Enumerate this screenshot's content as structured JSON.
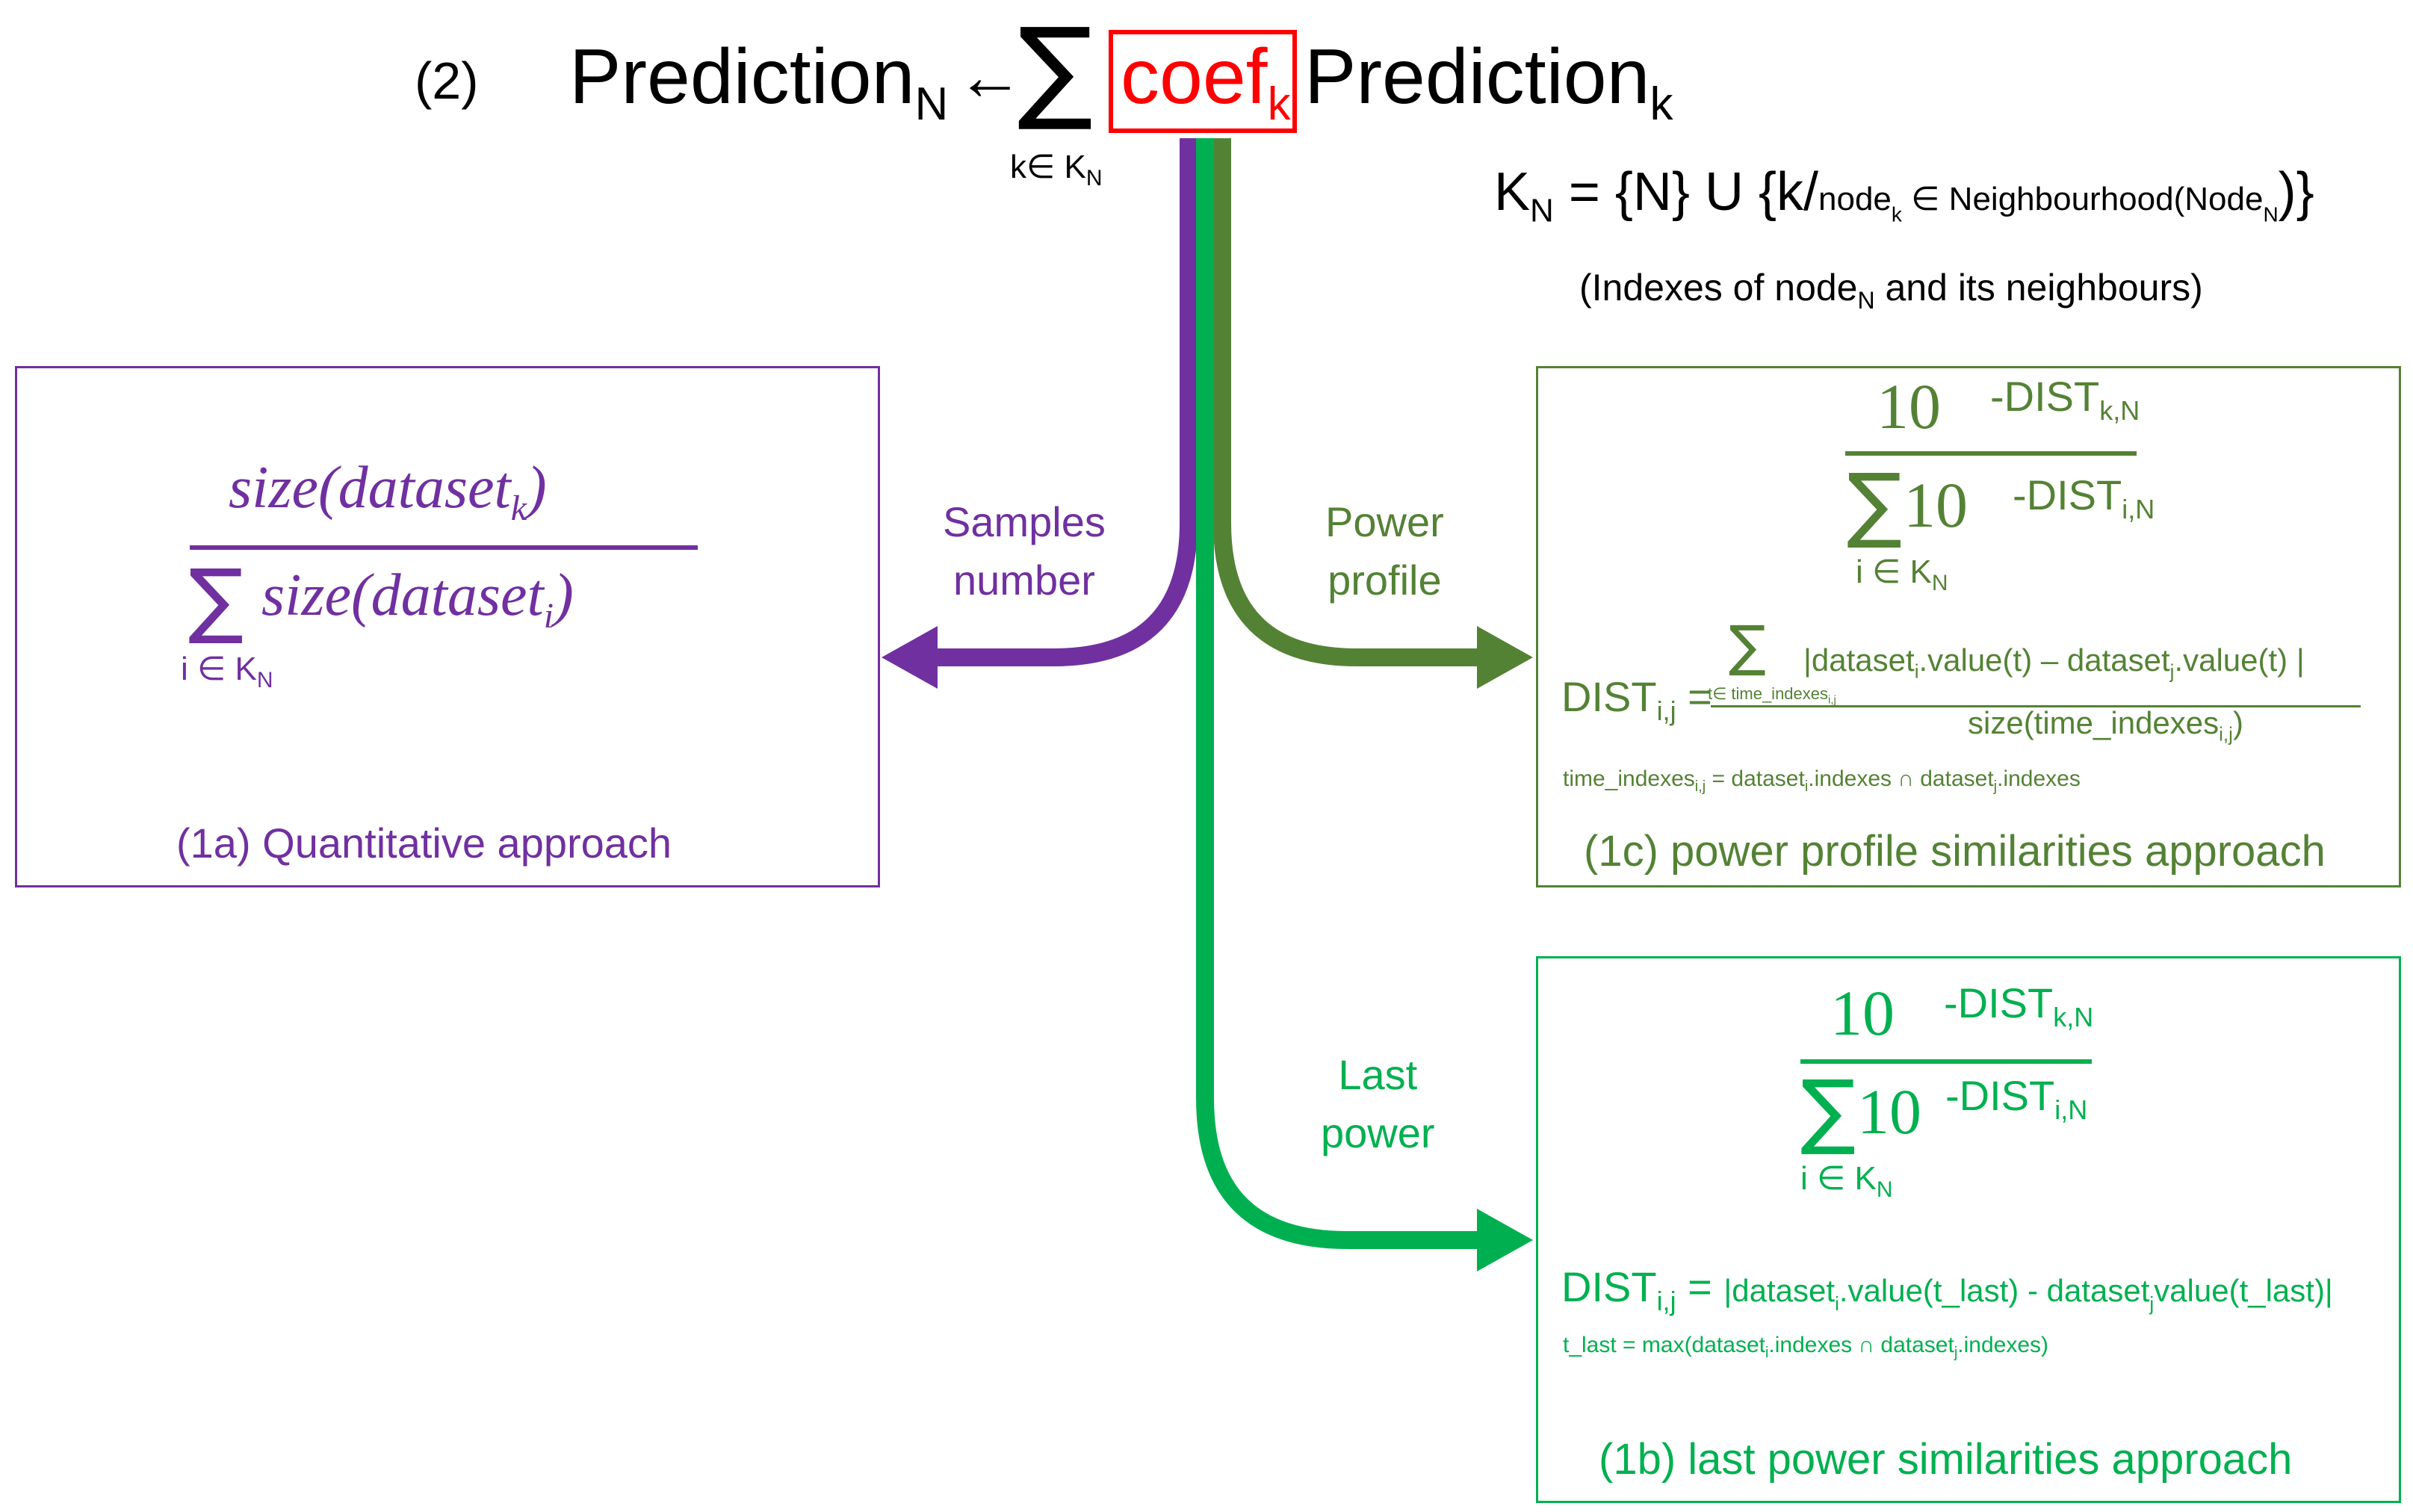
{
  "header": {
    "eq_number": "(2)",
    "lhs": "Prediction",
    "lhs_sub": "N",
    "arrow": "←",
    "sigma": "∑",
    "sigma_sub": "k∈ K",
    "sigma_sub_sub": "N",
    "coef": "coef",
    "coef_sub": "k",
    "rhs": "Prediction",
    "rhs_sub": "k"
  },
  "neighbourhood": {
    "k": "K",
    "k_sub": "N",
    "eq": " = {N} U {k/",
    "node": "node",
    "node_sub": "k",
    "in": " ∈ Neighbourhood(Node",
    "in_sub": "N",
    "close": ")}",
    "note_pre": "(Indexes of node",
    "note_sub": "N",
    "note_post": " and its neighbours)"
  },
  "branches": {
    "samples": [
      "Samples",
      "number"
    ],
    "power_profile": [
      "Power",
      "profile"
    ],
    "last_power": [
      "Last",
      "power"
    ]
  },
  "box_1a": {
    "num": "size(dataset",
    "num_sub": "k",
    "num_close": ")",
    "den_sigma": "∑",
    "den": "size(dataset",
    "den_sub": "i",
    "den_close": ")",
    "den_idx": "i ∈ K",
    "den_idx_sub": "N",
    "caption": "(1a) Quantitative approach"
  },
  "box_1c": {
    "num_base": "10",
    "num_exp": "-DIST",
    "num_exp_sub": "k,N",
    "den_sigma": "∑",
    "den_base": "10",
    "den_exp": "-DIST",
    "den_exp_sub": "i,N",
    "den_idx": "i ∈ K",
    "den_idx_sub": "N",
    "dist": "DIST",
    "dist_sub": "i,j",
    "dist_eq": " =",
    "sum_sigma": "∑",
    "sum_idx": "t∈ time_indexes",
    "sum_idx_sub": "i,j",
    "sum_expr_1": "|dataset",
    "sum_expr_sub_i": "i",
    "sum_expr_2": ".value(t) – dataset",
    "sum_expr_sub_j": "j",
    "sum_expr_3": ".value(t) |",
    "den_size": "size(time_indexes",
    "den_size_sub": "i,j",
    "den_size_close": ")",
    "ti_1": "time_indexes",
    "ti_sub": "i,j",
    "ti_2": " = dataset",
    "ti_sub_i": "i",
    "ti_3": ".indexes ∩ dataset",
    "ti_sub_j": "j",
    "ti_4": ".indexes",
    "caption": "(1c) power profile similarities approach"
  },
  "box_1b": {
    "num_base": "10",
    "num_exp": "-DIST",
    "num_exp_sub": "k,N",
    "den_sigma": "∑",
    "den_base": "10",
    "den_exp": "-DIST",
    "den_exp_sub": "i,N",
    "den_idx": "i ∈ K",
    "den_idx_sub": "N",
    "dist": "DIST",
    "dist_sub": "i,j",
    "dist_eq": " = ",
    "expr_1": "|dataset",
    "expr_sub_i": "i",
    "expr_2": ".value(t_last) -  dataset",
    "expr_sub_j": "j",
    "expr_3": "value(t_last)|",
    "tl_1": "t_last = max(dataset",
    "tl_sub_i": "i",
    "tl_2": ".indexes ∩ dataset",
    "tl_sub_j": "j",
    "tl_3": ".indexes)",
    "caption": "(1b) last power similarities approach"
  },
  "colors": {
    "purple": "#7030a0",
    "olive": "#548235",
    "green": "#00b050",
    "red": "#ff0000"
  }
}
